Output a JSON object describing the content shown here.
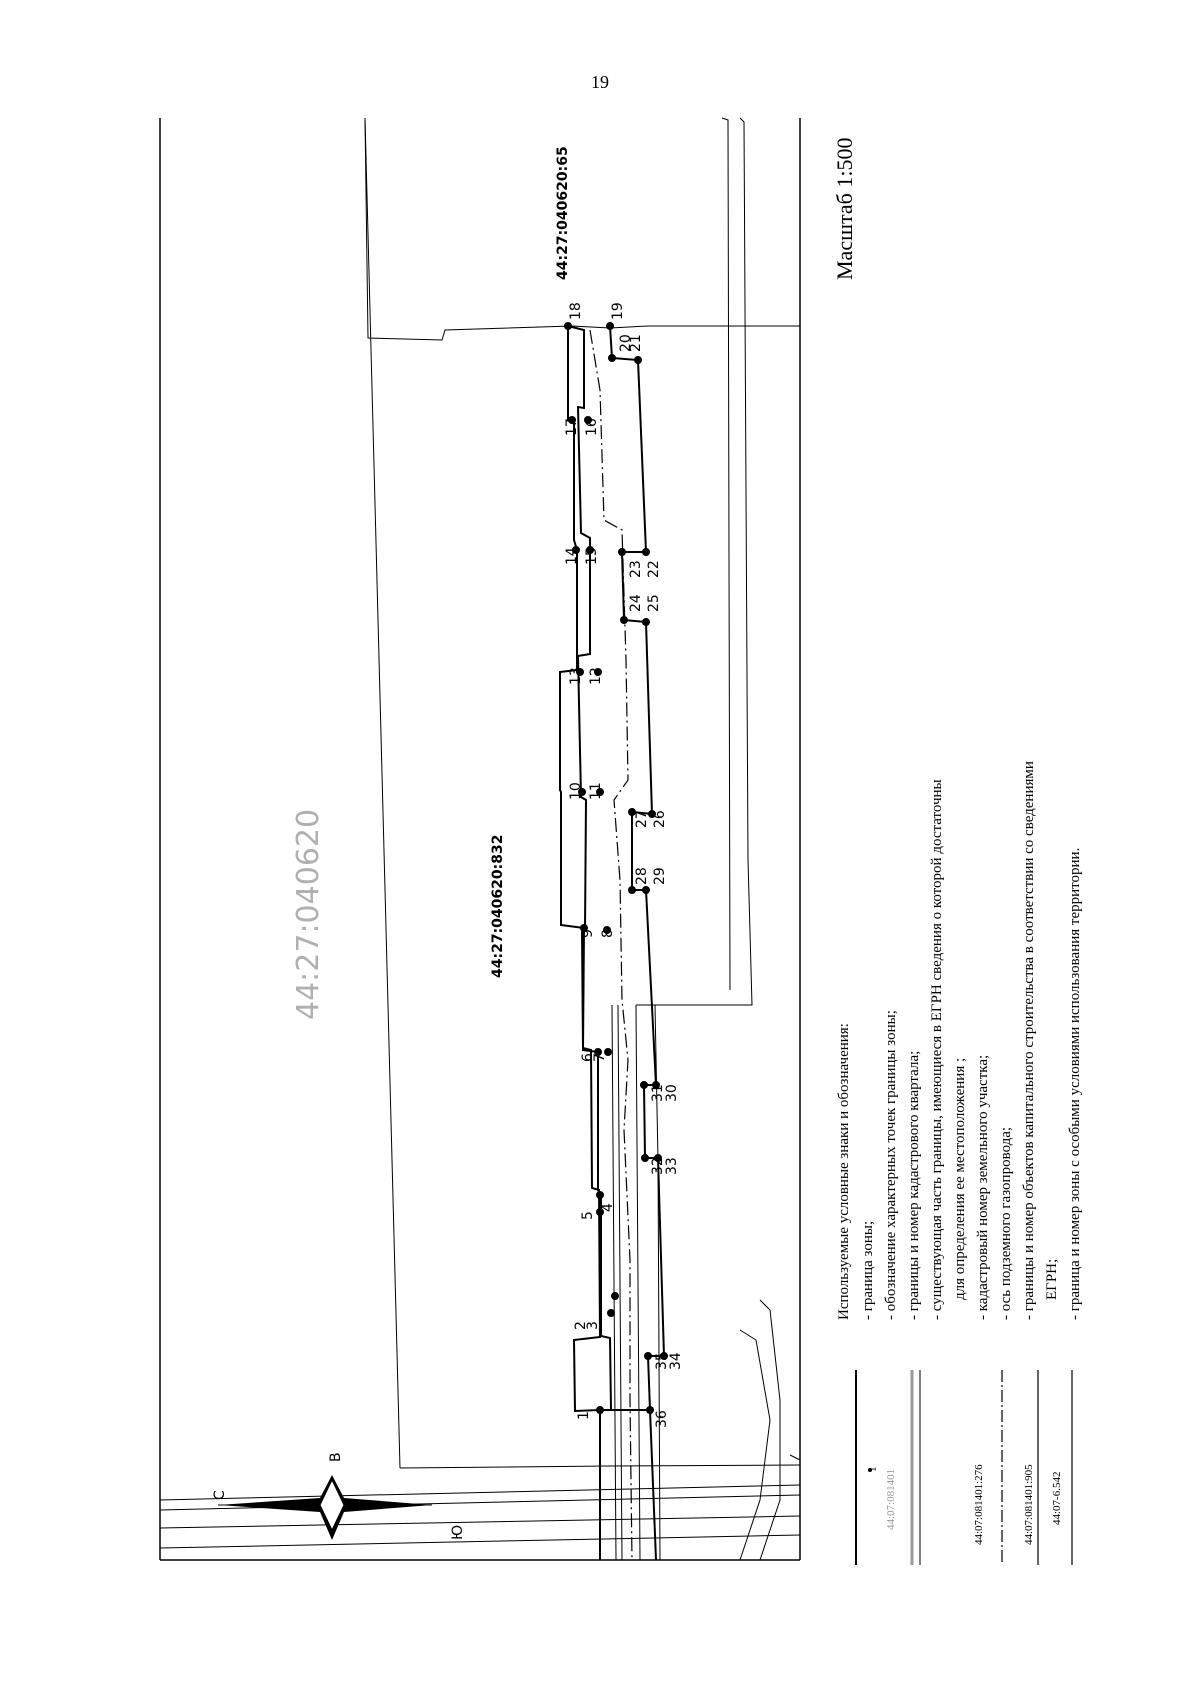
{
  "page_number": "19",
  "scale_text": "Масштаб 1:500",
  "cadastral": {
    "parcel_832": "44:27:040620:832",
    "parcel_65": "44:27:040620:65",
    "quarter_faded": "44:27:040620"
  },
  "compass": {
    "north": "С",
    "east": "В",
    "south": "Ю"
  },
  "points": {
    "p1": "1",
    "p2": "2",
    "p3": "3",
    "p4": "4",
    "p5": "5",
    "p6": "6",
    "p7": "7",
    "p8": "8",
    "p9": "9",
    "p10": "10",
    "p11": "11",
    "p12": "12",
    "p13": "13",
    "p14": "14",
    "p15": "15",
    "p16": "16",
    "p17": "17",
    "p18": "18",
    "p19": "19",
    "p20": "20",
    "p21": "21",
    "p22": "22",
    "p23": "23",
    "p24": "24",
    "p25": "25",
    "p26": "26",
    "p27": "27",
    "p28": "28",
    "p29": "29",
    "p30": "30",
    "p31": "31",
    "p32": "32",
    "p33": "33",
    "p34": "34",
    "p35": "35",
    "p36": "36"
  },
  "legend": {
    "title": "Используемые условные знаки и обозначения:",
    "items": [
      "- граница зоны;",
      "- обозначение характерных точек границы зоны;",
      "- границы и номер кадастрового квартала;",
      "- существующая часть границы, имеющиеся в ЕГРН сведения о которой достаточны",
      "для определения ее местоположения ;",
      "- кадастровый номер земельного участка;",
      "- ось подземного газопровода;",
      "- границы и номер объектов капитального строительства в соответствии со сведениями",
      "ЕГРН;",
      "- граница и номер зоны с особыми условиями использования территории."
    ],
    "symbol_point_number": "1",
    "symbol_quarter": "44:07:081401",
    "symbol_parcel": "44:07:081401:276",
    "symbol_building": "44:07:081401:905",
    "symbol_zone": "44:07-6.542"
  }
}
